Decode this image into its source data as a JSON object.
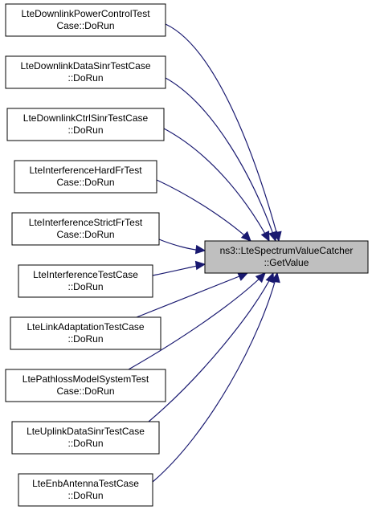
{
  "target": {
    "id": "target",
    "lines": [
      "ns3::LteSpectrumValueCatcher",
      "::GetValue"
    ],
    "fill": "#bfbfbf",
    "stroke": "#000000"
  },
  "callers": [
    {
      "id": "caller-0",
      "lines": [
        "LteDownlinkPowerControlTest",
        "Case::DoRun"
      ]
    },
    {
      "id": "caller-1",
      "lines": [
        "LteDownlinkDataSinrTestCase",
        "::DoRun"
      ]
    },
    {
      "id": "caller-2",
      "lines": [
        "LteDownlinkCtrlSinrTestCase",
        "::DoRun"
      ]
    },
    {
      "id": "caller-3",
      "lines": [
        "LteInterferenceHardFrTest",
        "Case::DoRun"
      ]
    },
    {
      "id": "caller-4",
      "lines": [
        "LteInterferenceStrictFrTest",
        "Case::DoRun"
      ]
    },
    {
      "id": "caller-5",
      "lines": [
        "LteInterferenceTestCase",
        "::DoRun"
      ]
    },
    {
      "id": "caller-6",
      "lines": [
        "LteLinkAdaptationTestCase",
        "::DoRun"
      ]
    },
    {
      "id": "caller-7",
      "lines": [
        "LtePathlossModelSystemTest",
        "Case::DoRun"
      ]
    },
    {
      "id": "caller-8",
      "lines": [
        "LteUplinkDataSinrTestCase",
        "::DoRun"
      ]
    },
    {
      "id": "caller-9",
      "lines": [
        "LteEnbAntennaTestCase",
        "::DoRun"
      ]
    }
  ],
  "colors": {
    "edge": "#191970",
    "node_fill": "#ffffff",
    "node_stroke": "#000000"
  }
}
